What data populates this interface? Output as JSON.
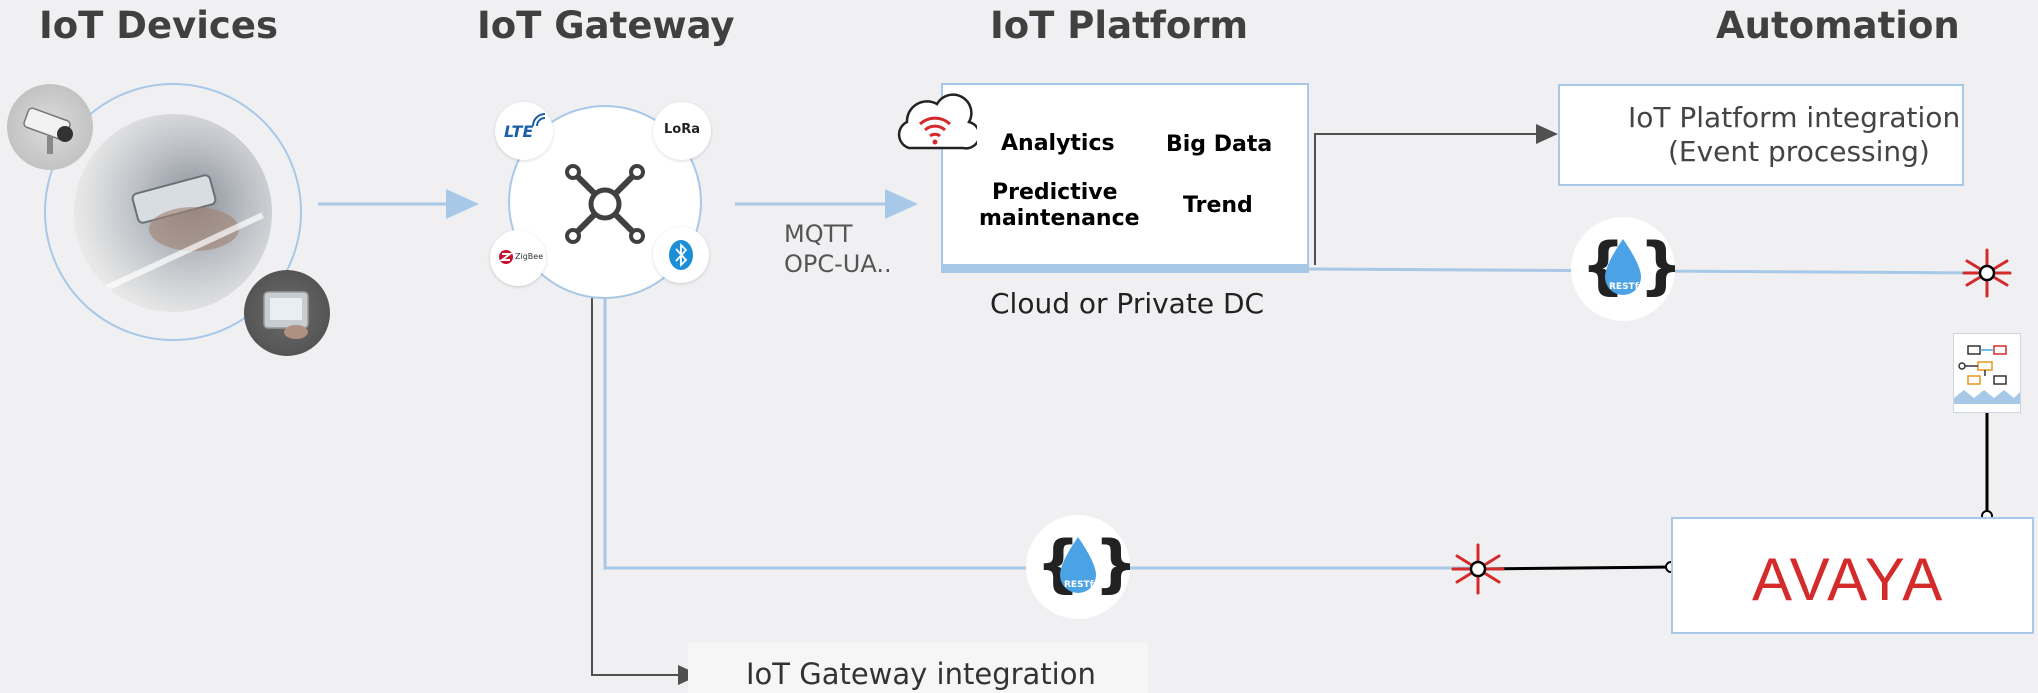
{
  "headers": {
    "devices": "IoT Devices",
    "gateway": "IoT Gateway",
    "platform": "IoT Platform",
    "automation": "Automation"
  },
  "gateway": {
    "badges": {
      "lte": "LTE",
      "lora": "LoRa",
      "zigbee": "ZigBee"
    }
  },
  "protocols": {
    "line1": "MQTT",
    "line2": "OPC-UA.."
  },
  "platform": {
    "analytics": "Analytics",
    "bigdata": "Big Data",
    "predictive_line1": "Predictive",
    "predictive_line2": "maintenance",
    "trend": "Trend",
    "caption": "Cloud or Private DC"
  },
  "automation": {
    "integration_line1": "IoT Platform integration",
    "integration_line2": "(Event processing)",
    "avaya": "AVAYA"
  },
  "restful": {
    "label": "RESTful"
  },
  "gateway_integration": "IoT Gateway integration",
  "colors": {
    "light_blue_line": "#a8c8e8",
    "dark_line": "#404040",
    "avaya_red": "#d42a2a",
    "api_blue": "#4ba3e6"
  }
}
